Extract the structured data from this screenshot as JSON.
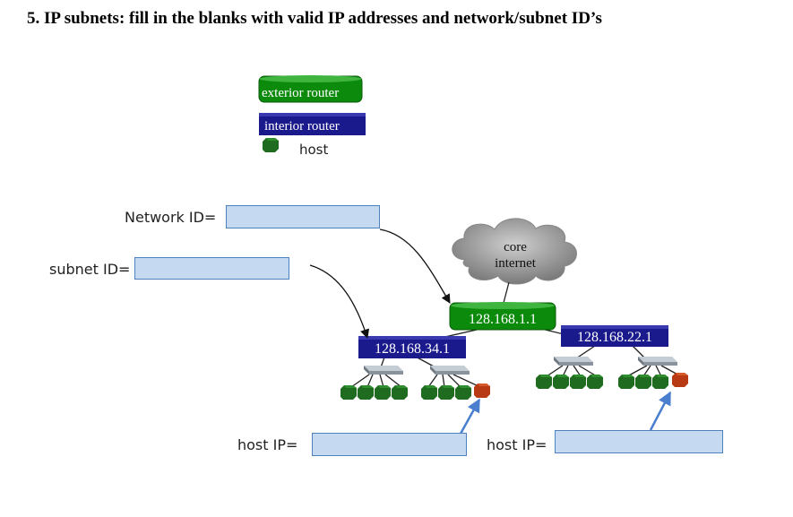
{
  "title": "5. IP subnets: fill in the blanks with valid IP addresses and network/subnet ID’s",
  "legend": {
    "exterior_router": "exterior router",
    "interior_router": "interior router",
    "host": "host"
  },
  "cloud": {
    "line1": "core",
    "line2": "internet"
  },
  "routers": {
    "exterior": "128.168.1.1",
    "interior_left": "128.168.34.1",
    "interior_right": "128.168.22.1"
  },
  "fields": {
    "network_id_label": "Network ID=",
    "subnet_id_label": "subnet ID=",
    "host_ip_left_label": "host IP=",
    "host_ip_right_label": "host IP=",
    "network_id_value": "",
    "subnet_id_value": "",
    "host_ip_left_value": "",
    "host_ip_right_value": ""
  },
  "colors": {
    "exterior_router": "#0c8a0c",
    "interior_router": "#1a1a8c",
    "host": "#1f6b1f",
    "highlighted_host": "#b83a14",
    "blank_fill": "#c5d9f1",
    "blank_border": "#4f81bd",
    "arrow_blue": "#4a7fd0",
    "switch": "#9aa3ad",
    "cloud": "#8e8e8e"
  }
}
